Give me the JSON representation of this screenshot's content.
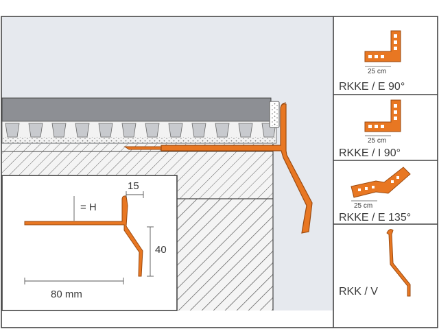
{
  "colors": {
    "profile": "#e87722",
    "profile_stroke": "#9a4a10",
    "background": "#e6e9ee",
    "wall_fill": "#ebebeb",
    "hatch": "#555555",
    "tile": "#8d8f94",
    "text": "#3a3a3a",
    "frame": "#444444"
  },
  "dimensions": {
    "top_width": "15",
    "height_label": "= H",
    "vertical": "40",
    "horizontal": "80 mm"
  },
  "panels": [
    {
      "size": "25 cm",
      "name": "RKKE / E 90°"
    },
    {
      "size": "25 cm",
      "name": "RKKE / I 90°"
    },
    {
      "size": "25 cm",
      "name": "RKKE / E 135°"
    },
    {
      "size": "",
      "name": "RKK / V"
    }
  ]
}
